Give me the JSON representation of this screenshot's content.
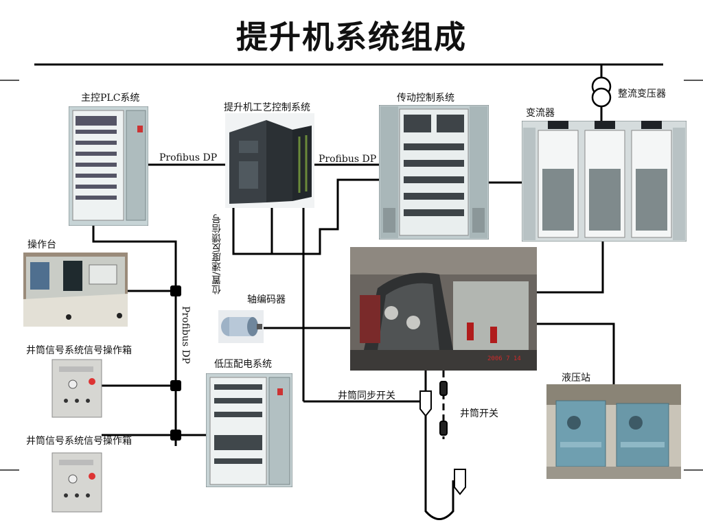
{
  "title": "提升机系统组成",
  "components": {
    "main_plc": "主控PLC系统",
    "process_control": "提升机工艺控制系统",
    "drive_control": "传动控制系统",
    "rectifier_transformer": "整流变压器",
    "converter": "变流器",
    "operator_console": "操作台",
    "shaft_signal_box_1": "井筒信号系统信号操作箱",
    "shaft_signal_box_2": "井筒信号系统信号操作箱",
    "shaft_encoder": "轴编码器",
    "lv_distribution": "低压配电系统",
    "hydraulic_station": "液压站",
    "shaft_sync_switch": "井筒同步开关",
    "shaft_switch": "井筒开关"
  },
  "connections": {
    "profibus_left": "Profibus DP",
    "profibus_right": "Profibus DP",
    "profibus_vertical": "Profibus DP",
    "feedback_signal": "位置/速度反馈信号"
  },
  "photo_date": "2006 7 14",
  "colors": {
    "cabinet": "#b9c7c9",
    "cabinet_dark": "#5e6a6d",
    "plc_module": "#2a2f33",
    "hydraulic": "#6f9fb0",
    "line": "#000000"
  }
}
